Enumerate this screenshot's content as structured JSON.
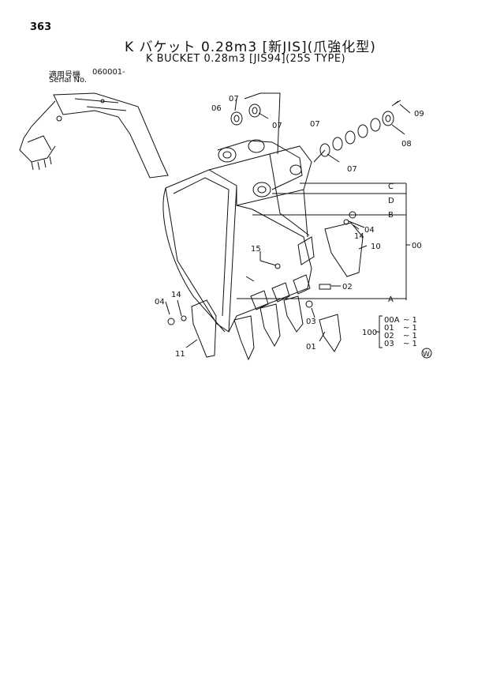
{
  "page_number": "363",
  "title_jp": "K バケット 0.28m3 [新JIS](爪強化型)",
  "title_en": "K BUCKET 0.28m3 [JIS94](25S TYPE)",
  "serial": {
    "label_jp": "適用号機",
    "label_en": "Serial No.",
    "value": "060001-"
  },
  "callouts": {
    "c01": "01",
    "c02": "02",
    "c03": "03",
    "c04a": "04",
    "c04b": "04",
    "c06": "06",
    "c07a": "07",
    "c07b": "07",
    "c07c": "07",
    "c07d": "07",
    "c08": "08",
    "c09": "09",
    "c10": "10",
    "c11": "11",
    "c14a": "14",
    "c14b": "14",
    "c15": "15",
    "c00": "00",
    "cA": "A",
    "cB": "B",
    "cC": "C",
    "cD": "D"
  },
  "assembly_table": {
    "qty_label": "100",
    "rows": [
      {
        "code": "00A",
        "qty": "~ 1"
      },
      {
        "code": "01",
        "qty": "~ 1"
      },
      {
        "code": "02",
        "qty": "~ 1"
      },
      {
        "code": "03",
        "qty": "~ 1"
      }
    ]
  },
  "mark": "W"
}
